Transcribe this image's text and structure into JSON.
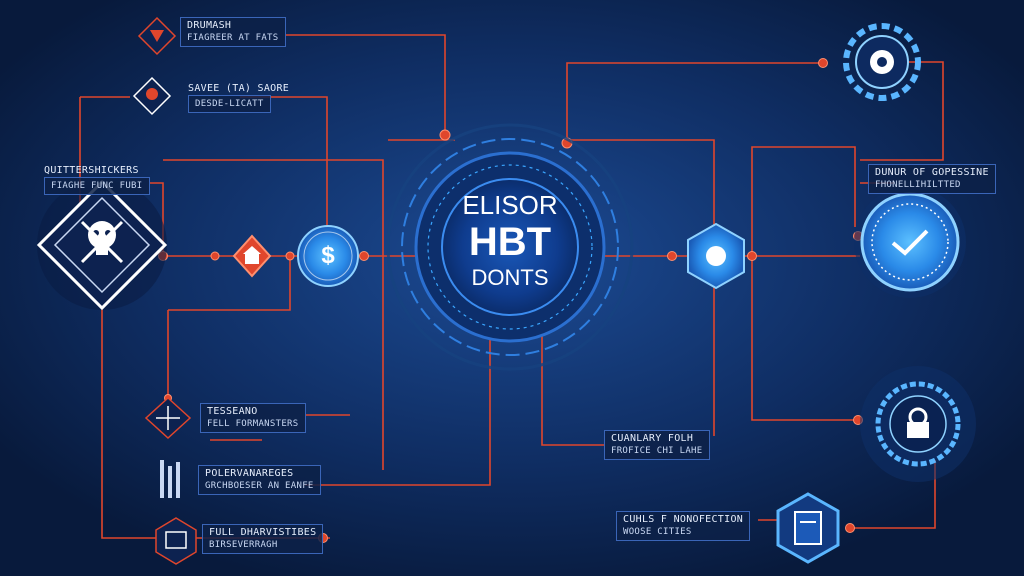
{
  "center": {
    "line1": "ELISOR",
    "line2": "HBT",
    "line3": "DONTS"
  },
  "dollar_symbol": "$",
  "labels": {
    "top_left_1": {
      "line1": "DRUMASH",
      "line2": "FIAGREER AT FATS"
    },
    "top_left_2": {
      "line1": "SAVEE (TA) SAORE",
      "line2": "DESDE-LICATT"
    },
    "left_head": {
      "line1": "QUITTERSHICKERS",
      "line2": "FIAGHE FUNC FUBI"
    },
    "bottom_1": {
      "line1": "TESSEANO",
      "line2": "FELL FORMANSTERS"
    },
    "bottom_2": {
      "line1": "POLERVANAREGES",
      "line2": "GRCHBOESER AN EANFE"
    },
    "bottom_3": {
      "line1": "FULL DHARVISTIBES",
      "line2": "BIRSEVERRAGH"
    },
    "mid_bottom": {
      "line1": "CUANLARY FOLH",
      "line2": "FROFICE CHI LAHE"
    },
    "right_head": {
      "line1": "DUNUR OF GOPESSINE",
      "line2": "FHONELLIHILTTED"
    },
    "bottom_right": {
      "line1": "CUHLS F NONOFECTION",
      "line2": "WOOSE CITIES"
    }
  },
  "icons": {
    "left_diamond": "pirate-skull-icon",
    "house": "house-icon",
    "dollar_coin": "dollar-coin-icon",
    "center_hub": "hub-ring-icon",
    "gear_hex": "gear-icon",
    "puzzle_hex": "puzzle-icon",
    "shield_circle": "check-badge-icon",
    "lock_circle": "lock-icon",
    "doc_hex": "document-icon",
    "bookmark": "bookmark-icon"
  },
  "colors": {
    "background": "#0b2450",
    "connector": "#e0462c",
    "glow": "#3aa6ff",
    "ring": "#2f7fe0"
  }
}
